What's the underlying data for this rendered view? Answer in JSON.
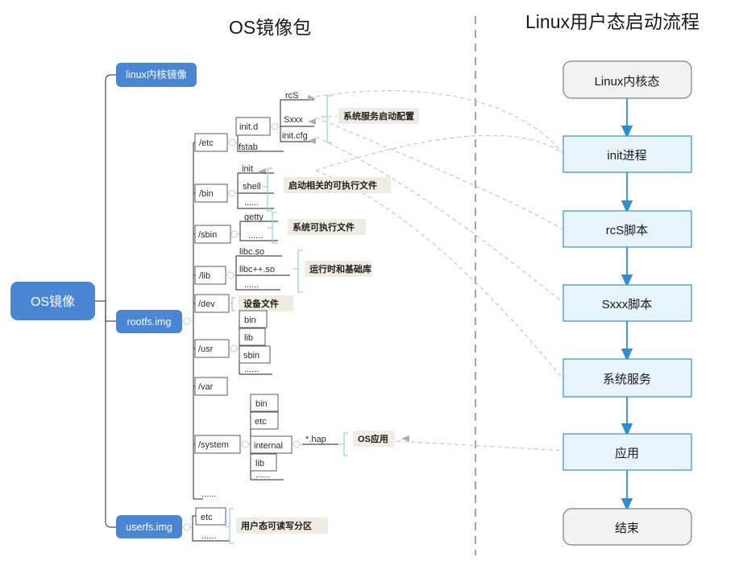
{
  "titles": {
    "left": "OS镜像包",
    "right": "Linux用户态启动流程"
  },
  "root": {
    "label": "OS镜像"
  },
  "images": [
    {
      "id": "kernel",
      "label": "linux内核镜像"
    },
    {
      "id": "rootfs",
      "label": "rootfs.img"
    },
    {
      "id": "userfs",
      "label": "userfs.img"
    }
  ],
  "tree": {
    "etc": {
      "label": "/etc",
      "children": [
        {
          "label": "init.d",
          "children": [
            {
              "label": "rcS"
            },
            {
              "label": "Sxxx"
            },
            {
              "label": "init.cfg"
            }
          ]
        },
        {
          "label": "fstab"
        }
      ]
    },
    "bin": {
      "label": "/bin",
      "children": [
        {
          "label": "init"
        },
        {
          "label": "shell"
        },
        {
          "label": "......"
        }
      ]
    },
    "sbin": {
      "label": "/sbin",
      "children": [
        {
          "label": "getty"
        },
        {
          "label": "......"
        }
      ]
    },
    "lib": {
      "label": "/lib",
      "children": [
        {
          "label": "libc.so"
        },
        {
          "label": "libc++.so"
        },
        {
          "label": "......"
        }
      ]
    },
    "dev": {
      "label": "/dev",
      "children": []
    },
    "usr": {
      "label": "/usr",
      "children": [
        {
          "label": "bin"
        },
        {
          "label": "lib"
        },
        {
          "label": "sbin"
        },
        {
          "label": "......"
        }
      ]
    },
    "var": {
      "label": "/var",
      "children": []
    },
    "system": {
      "label": "/system",
      "children": [
        {
          "label": "bin"
        },
        {
          "label": "etc"
        },
        {
          "label": "internal",
          "children": [
            {
              "label": "*.hap"
            }
          ]
        },
        {
          "label": "lib"
        },
        {
          "label": "......"
        }
      ]
    },
    "more": {
      "label": "......"
    },
    "userfs_children": [
      {
        "label": "etc"
      },
      {
        "label": "......"
      }
    ]
  },
  "annotations": [
    {
      "id": "svc-cfg",
      "label": "系统服务启动配置"
    },
    {
      "id": "boot-exec",
      "label": "启动相关的可执行文件"
    },
    {
      "id": "sys-exec",
      "label": "系统可执行文件"
    },
    {
      "id": "runtime-lib",
      "label": "运行时和基础库"
    },
    {
      "id": "dev-files",
      "label": "设备文件"
    },
    {
      "id": "os-app",
      "label": "OS应用"
    },
    {
      "id": "user-rw",
      "label": "用户态可读写分区"
    }
  ],
  "flow": [
    {
      "id": "kernel-state",
      "label": "Linux内核态",
      "shape": "terminator"
    },
    {
      "id": "init-proc",
      "label": "init进程",
      "shape": "process"
    },
    {
      "id": "rcs-script",
      "label": "rcS脚本",
      "shape": "process"
    },
    {
      "id": "sxxx-script",
      "label": "Sxxx脚本",
      "shape": "process"
    },
    {
      "id": "sys-service",
      "label": "系统服务",
      "shape": "process"
    },
    {
      "id": "app",
      "label": "应用",
      "shape": "process"
    },
    {
      "id": "end",
      "label": "结束",
      "shape": "terminator"
    }
  ],
  "colors": {
    "brand_blue": "#4a86d4",
    "process_fill": "#e8f4fb",
    "process_stroke": "#3d8fc4",
    "terminator_fill": "#f2f2f2",
    "label_bg": "#f0ece3",
    "brace": "#9fd0da",
    "dashed": "#bdbdbd"
  }
}
